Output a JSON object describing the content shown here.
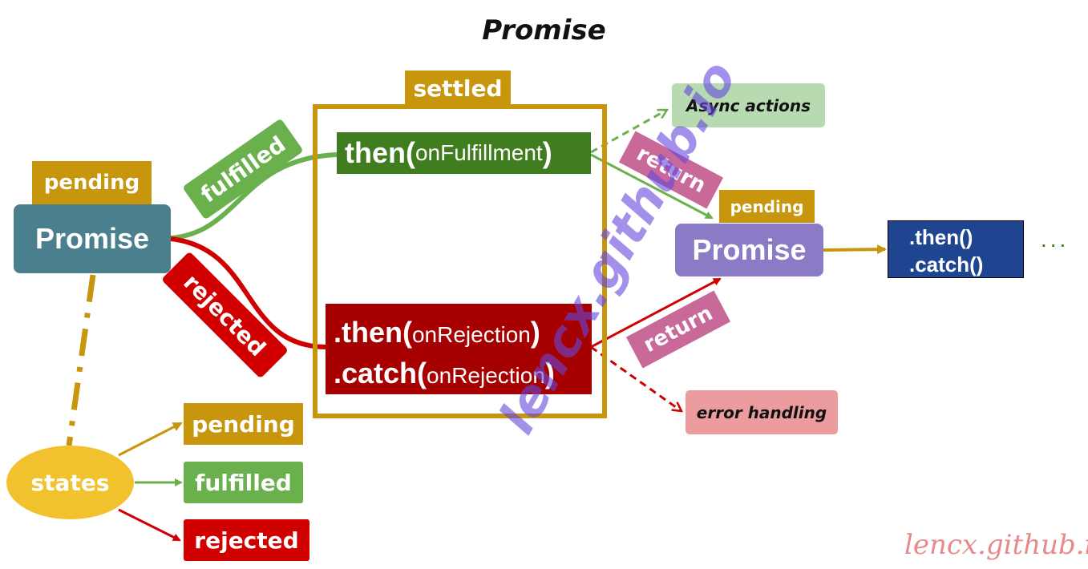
{
  "title": "Promise",
  "settled_label": "settled",
  "pending_label": "pending",
  "main_promise": "Promise",
  "fulfilled_edge": "fulfilled",
  "rejected_edge": "rejected",
  "then_box": {
    "method": "then(",
    "arg": "onFulfillment",
    "close": ")"
  },
  "catch_box": {
    "line1_method": ".then(",
    "line1_arg": "onRejection",
    "line1_close": ")",
    "line2_method": ".catch(",
    "line2_arg": "onRejection",
    "line2_close": ")"
  },
  "async_actions": "Async actions",
  "error_handling": "error handling",
  "return_label": "return",
  "return_label_2": "return",
  "second_pending": "pending",
  "second_promise": "Promise",
  "chain": {
    "line1": ".then()",
    "line2": ".catch()"
  },
  "ellipsis": "...",
  "states": {
    "label": "states",
    "items": [
      "pending",
      "fulfilled",
      "rejected"
    ]
  },
  "watermark": "lencx.github.io",
  "credit": "lencx.github.io",
  "colors": {
    "gold": "#c8960c",
    "green": "#6ab04c",
    "dark_green": "#3f7d1f",
    "red": "#d00000",
    "dark_red": "#a70000",
    "teal": "#4a7f8e",
    "purple": "#8b7bc6",
    "navy": "#1f4591",
    "pink": "#c8699a",
    "yellow": "#f2c12e"
  }
}
